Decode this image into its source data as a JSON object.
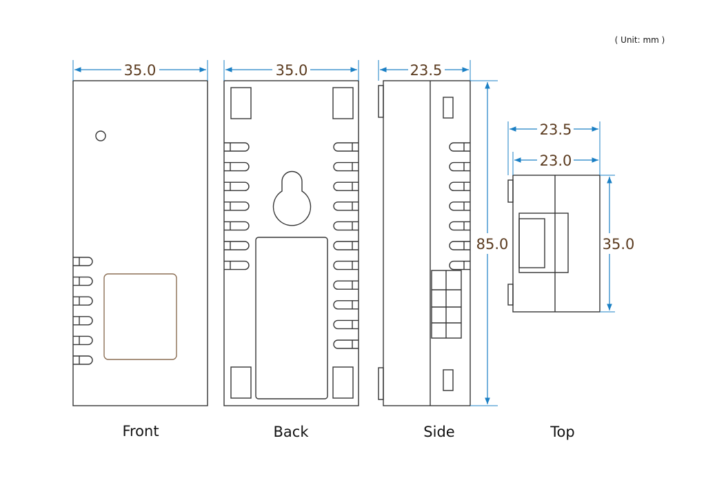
{
  "unit_note": "( Unit: mm )",
  "views": {
    "front": {
      "label": "Front",
      "width": "35.0"
    },
    "back": {
      "label": "Back",
      "width": "35.0"
    },
    "side": {
      "label": "Side",
      "width": "23.5",
      "height": "85.0"
    },
    "top": {
      "label": "Top",
      "width_outer": "23.5",
      "width_inner": "23.0",
      "height": "35.0"
    }
  },
  "colors": {
    "outline": "#333333",
    "dimension_line": "#1a7fc4",
    "dimension_text": "#5a3a1e",
    "window": "#8b6e54"
  }
}
